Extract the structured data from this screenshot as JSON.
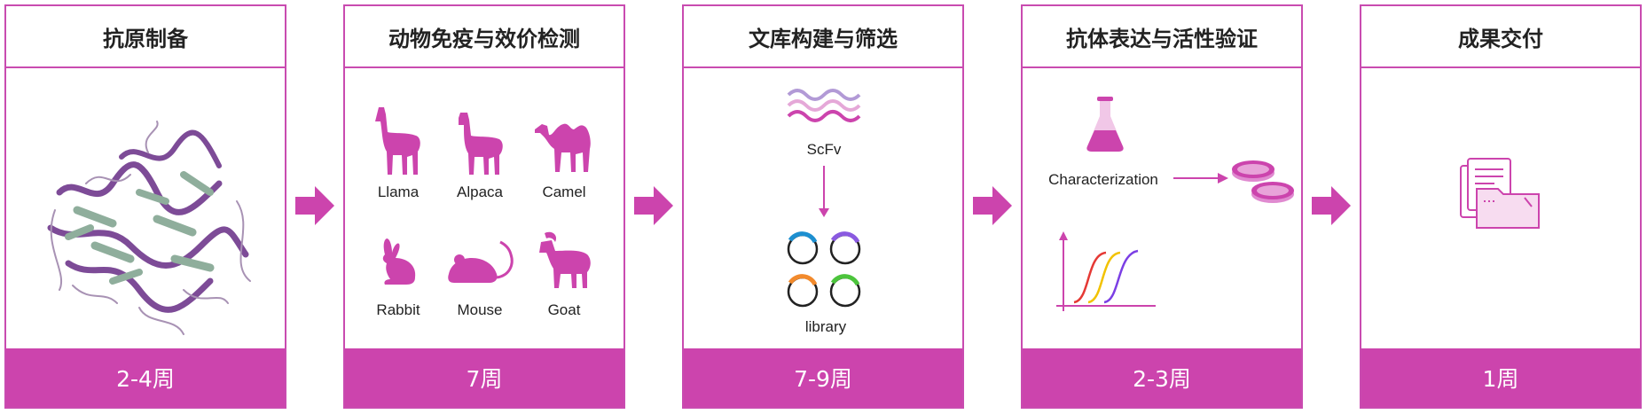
{
  "steps": [
    {
      "title": "抗原制备",
      "duration": "2-4周"
    },
    {
      "title": "动物免疫与效价检测",
      "duration": "7周"
    },
    {
      "title": "文库构建与筛选",
      "duration": "7-9周"
    },
    {
      "title": "抗体表达与活性验证",
      "duration": "2-3周"
    },
    {
      "title": "成果交付",
      "duration": "1周"
    }
  ],
  "animals": [
    "Llama",
    "Alpaca",
    "Camel",
    "Rabbit",
    "Mouse",
    "Goat"
  ],
  "library": {
    "scfv": "ScFv",
    "library": "library"
  },
  "characterization": "Characterization",
  "colors": {
    "accent": "#cc44ad",
    "border": "#c94bb0",
    "protein_purple": "#7d4b97",
    "protein_green": "#8fae9c"
  }
}
